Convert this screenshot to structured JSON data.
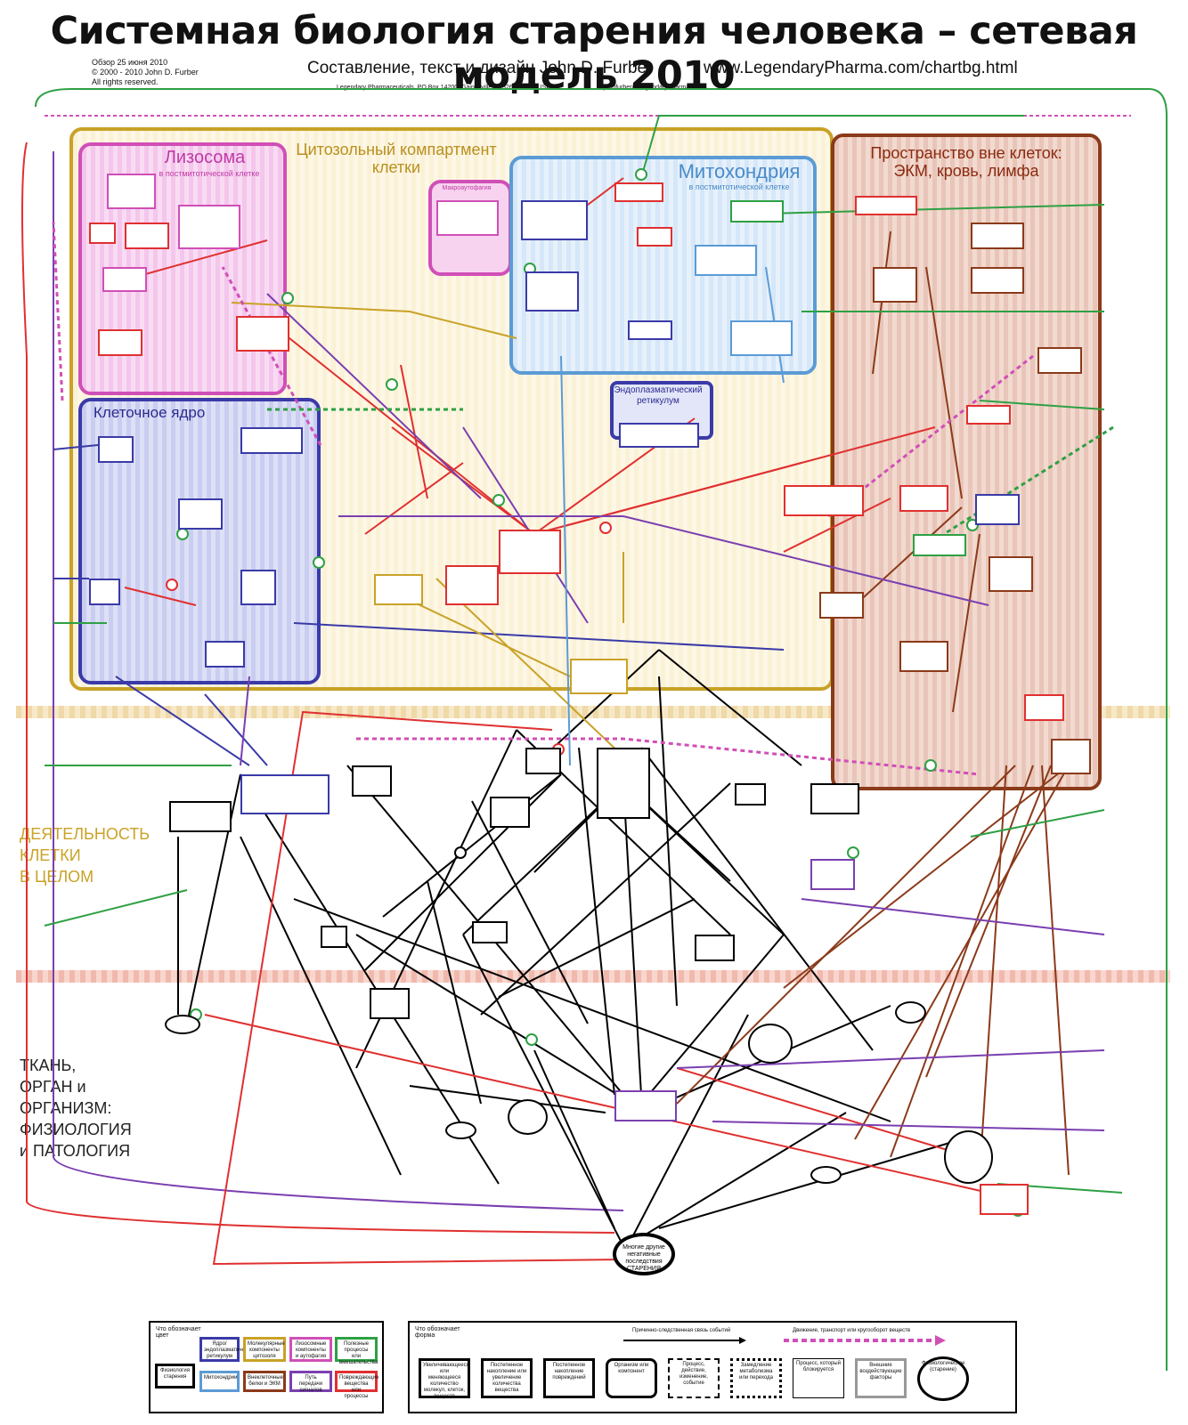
{
  "header": {
    "title": "Системная биология старения человека – сетевая модель 2010",
    "review_line": "Обзор 25 июня 2010",
    "copyright_line": "© 2000 - 2010 John D. Furber",
    "rights_line": "All rights reserved.",
    "author_line": "Составление, текст и дизайн John D. Furber",
    "url": "www.LegendaryPharma.com/chartbg.html",
    "address": "Legendary Pharmaceuticals, PO Box 14200, Gainesville FL 32604-2200 USA",
    "email": "johnfurber@LegendaryPharma.com"
  },
  "regions": {
    "cytosol": "Цитозольный компартмент клетки",
    "lysosome": "Лизосома",
    "lysosome_sub": "в постмитотической клетке",
    "mitochondria": "Митохондрия",
    "mitochondria_sub": "в постмитотической клетке",
    "nucleus": "Клеточное ядро",
    "er": "Эндоплазматический ретикулум",
    "extracellular": "Пространство вне клеток: ЭКМ, кровь, лимфа",
    "macroautophagy": "Макроаутофагия"
  },
  "side_labels": {
    "cell_activity": [
      "ДЕЯТЕЛЬНОСТЬ",
      "КЛЕТКИ",
      "В ЦЕЛОМ"
    ],
    "tissue": [
      "ТКАНЬ,",
      "ОРГАН и",
      "ОРГАНИЗМ:",
      "ФИЗИОЛОГИЯ",
      "и ПАТОЛОГИЯ"
    ]
  },
  "central_node": "Многие другие негативные последствия СТАРЕНИЯ",
  "legend": {
    "color_title": "Что обозначает цвет",
    "shape_title": "Что обозначает форма",
    "colors": [
      {
        "label": "Физиология старения",
        "color": "#000000"
      },
      {
        "label": "Ядро/эндоплазматический ретикулум",
        "color": "#3a3aa8"
      },
      {
        "label": "Митохондрии",
        "color": "#5b9bd5"
      },
      {
        "label": "Молекулярные компоненты цитозоля",
        "color": "#c9a227"
      },
      {
        "label": "Внеклеточные белки и ЭКМ",
        "color": "#8b3a1a"
      },
      {
        "label": "Лизосомные компоненты и аутофагия",
        "color": "#d04fb7"
      },
      {
        "label": "Путь передачи сигналов",
        "color": "#7a3fb0"
      },
      {
        "label": "Полезные процессы или вмешательства",
        "color": "#2ea043"
      },
      {
        "label": "Повреждающие вещества или процессы",
        "color": "#e03030"
      }
    ],
    "shapes": [
      "Увеличивающееся или меняющееся количество молекул, клеток, веществ",
      "Постепенное накопление или увеличение количества вещества",
      "Постепенное накопление повреждений",
      "Организм или компонент",
      "Процесс, действие, изменение, событие",
      "Замедление метаболизма или перехода",
      "Процесс, который блокируется",
      "Внешние воздействующие факторы",
      "Физиологическое (старение)"
    ],
    "arrow_causal": "Причинно-следственная связь событий",
    "arrow_transport": "Движение, транспорт или кругооборот веществ"
  }
}
